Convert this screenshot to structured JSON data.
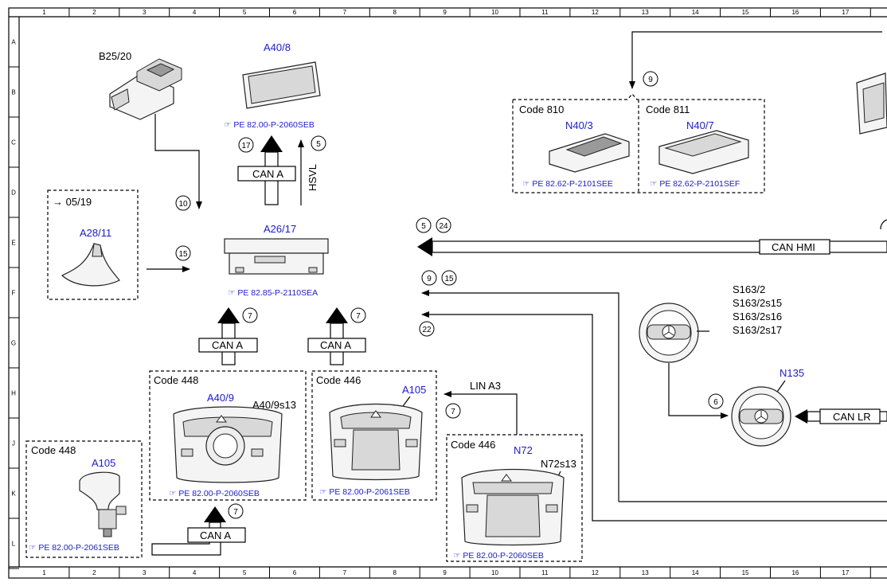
{
  "grid": {
    "columns": [
      "1",
      "2",
      "3",
      "4",
      "5",
      "6",
      "7",
      "8",
      "9",
      "10",
      "11",
      "12",
      "13",
      "14",
      "15",
      "16",
      "17"
    ],
    "rows": [
      "A",
      "B",
      "C",
      "D",
      "E",
      "F",
      "G",
      "H",
      "J",
      "K",
      "L"
    ]
  },
  "components": {
    "b25_20": {
      "label": "B25/20"
    },
    "a40_8": {
      "label": "A40/8",
      "ref": "PE 82.00-P-2060SEB"
    },
    "a26_17": {
      "label": "A26/17",
      "ref": "PE 82.85-P-2110SEA"
    },
    "a28_11": {
      "label": "A28/11",
      "note": "05/19"
    },
    "n40_3": {
      "label": "N40/3",
      "code": "Code 810",
      "ref": "PE 82.62-P-2101SEE"
    },
    "n40_7": {
      "label": "N40/7",
      "code": "Code 811",
      "ref": "PE 82.62-P-2101SEF"
    },
    "s163": {
      "labels": [
        "S163/2",
        "S163/2s15",
        "S163/2s16",
        "S163/2s17"
      ]
    },
    "n135": {
      "label": "N135"
    },
    "a40_9": {
      "label": "A40/9",
      "switch": "A40/9s13",
      "code": "Code 448",
      "ref": "PE 82.00-P-2060SEB"
    },
    "a105_446": {
      "label": "A105",
      "code": "Code 446",
      "ref": "PE 82.00-P-2061SEB"
    },
    "a105_448": {
      "label": "A105",
      "code": "Code 448",
      "ref": "PE 82.00-P-2061SEB"
    },
    "n72": {
      "label": "N72",
      "switch": "N72s13",
      "code": "Code 446",
      "ref": "PE 82.00-P-2060SEB"
    }
  },
  "buses": {
    "can_a": "CAN A",
    "can_hmi": "CAN HMI",
    "can_lr": "CAN LR",
    "lin_a3": "LIN A3",
    "hsvl": "HSVL"
  },
  "callouts": {
    "c5": "5",
    "c6": "6",
    "c7": "7",
    "c9": "9",
    "c10": "10",
    "c15": "15",
    "c17": "17",
    "c22": "22",
    "c24": "24"
  },
  "colors": {
    "link": "#1a1ad6",
    "line": "#000000"
  }
}
